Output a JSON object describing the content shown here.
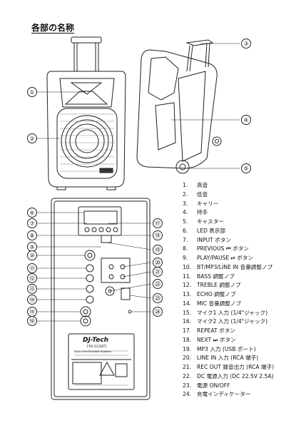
{
  "title": "各部の名称",
  "parts": [
    {
      "n": "1.",
      "label": "高音"
    },
    {
      "n": "2.",
      "label": "低音"
    },
    {
      "n": "3.",
      "label": "キャリー"
    },
    {
      "n": "4.",
      "label": "持手"
    },
    {
      "n": "5.",
      "label": "キャスター"
    },
    {
      "n": "6.",
      "label": "LED 表示部"
    },
    {
      "n": "7.",
      "label": "INPUT ボタン"
    },
    {
      "n": "8.",
      "label": "PREVIOUS ⏮ ボタン"
    },
    {
      "n": "9.",
      "label": "PLAY/PAUSE ⏯ ボタン"
    },
    {
      "n": "10.",
      "label": "BT/MP3/LINE IN 音量調整ノブ"
    },
    {
      "n": "11.",
      "label": "BASS 調整ノブ"
    },
    {
      "n": "12.",
      "label": "TREBLE 調整ノブ"
    },
    {
      "n": "13.",
      "label": "ECHO 調整ノブ"
    },
    {
      "n": "14.",
      "label": "MIC 音量調整ノブ"
    },
    {
      "n": "15.",
      "label": "マイク1 入力 (1/4\"ジャック)"
    },
    {
      "n": "16.",
      "label": "マイク2 入力 (1/4\"ジャック)"
    },
    {
      "n": "17.",
      "label": "REPEAT ボタン"
    },
    {
      "n": "18.",
      "label": "NEXT ⏭ ボタン"
    },
    {
      "n": "19.",
      "label": "MP3 入力 (USB ポート)"
    },
    {
      "n": "20.",
      "label": "LINE IN 入力 (RCA 端子)"
    },
    {
      "n": "21.",
      "label": "REC OUT 録音出力 (RCA 端子)"
    },
    {
      "n": "22.",
      "label": "DC 電源入力 (DC 22.5V 2.5A)"
    },
    {
      "n": "23.",
      "label": "電源 ON/OFF"
    },
    {
      "n": "24.",
      "label": "充電インディケーター"
    }
  ],
  "callouts": {
    "c1": "①",
    "c2": "②",
    "c3": "③",
    "c4": "④",
    "c5": "⑤",
    "c6": "⑥",
    "c7": "⑦",
    "c8": "⑧",
    "c9": "⑨",
    "c10": "⑩",
    "c11": "⑪",
    "c12": "⑫",
    "c13": "⑬",
    "c14": "⑭",
    "c15": "⑮",
    "c16": "⑯",
    "c17": "⑰",
    "c18": "⑱",
    "c19": "⑲",
    "c20": "⑳",
    "c21": "㉑",
    "c22": "㉒",
    "c23": "㉓",
    "c24": "㉔"
  },
  "panel": {
    "brand": "DJ-Tech",
    "model": "FPX-G12BTC",
    "tagline": "All-In-One Portable Speaker"
  }
}
